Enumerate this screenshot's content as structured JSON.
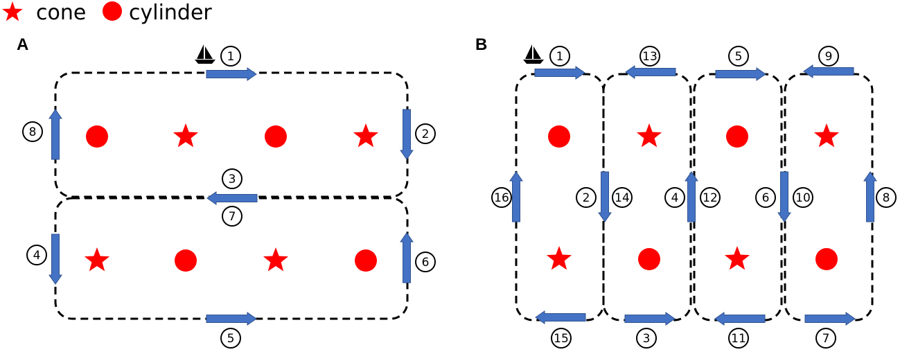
{
  "legend": {
    "cone_label": "cone",
    "cylinder_label": "cylinder"
  },
  "colors": {
    "marker": "#FF0000",
    "arrow": "#4472C4",
    "route": "#000000"
  },
  "icons": {
    "boat": "sailboat-icon",
    "cone": "star-icon",
    "cylinder": "filled-circle-icon"
  },
  "panels": [
    {
      "label": "A",
      "rows": [
        [
          "cylinder",
          "cone",
          "cylinder",
          "cone"
        ],
        [
          "cone",
          "cylinder",
          "cone",
          "cylinder"
        ]
      ],
      "steps": [
        "1",
        "2",
        "3",
        "4",
        "5",
        "6",
        "7",
        "8"
      ]
    },
    {
      "label": "B",
      "rows": [
        [
          "cylinder",
          "cone",
          "cylinder",
          "cone"
        ],
        [
          "cone",
          "cylinder",
          "cone",
          "cylinder"
        ]
      ],
      "steps": [
        "1",
        "2",
        "3",
        "4",
        "5",
        "6",
        "7",
        "8",
        "9",
        "10",
        "11",
        "12",
        "13",
        "14",
        "15",
        "16"
      ]
    }
  ]
}
